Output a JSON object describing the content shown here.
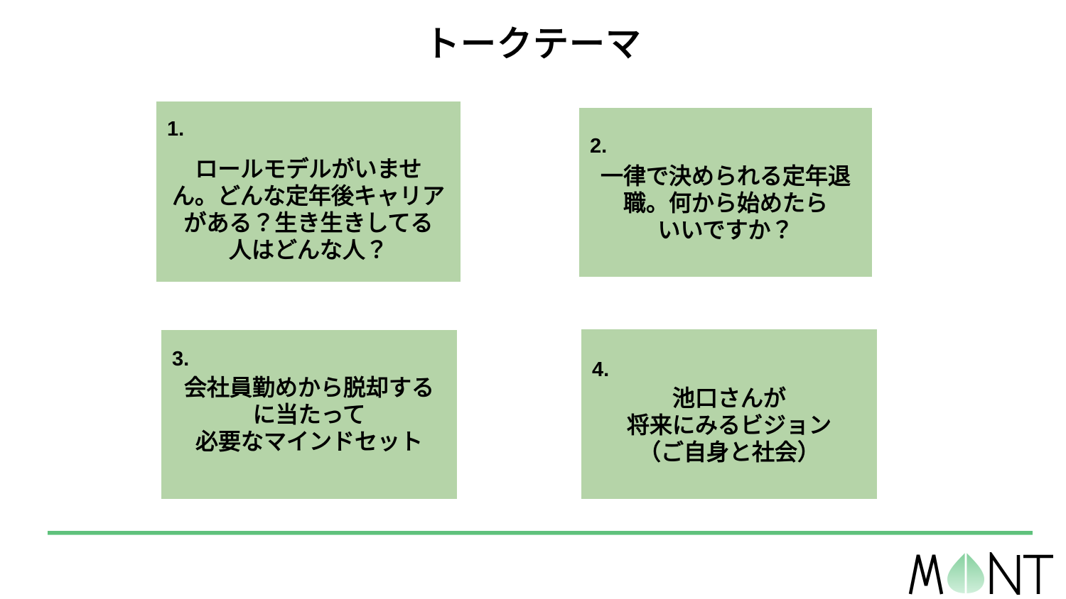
{
  "slide": {
    "title": "トークテーマ"
  },
  "boxes": [
    {
      "number": "1.",
      "lines": [
        "ロールモデルがいませ",
        "ん。どんな定年後キャリア",
        "がある？生き生きしてる",
        "人はどんな人？"
      ]
    },
    {
      "number": "2.",
      "lines": [
        "一律で決められる定年退",
        "職。何から始めたら",
        "いいですか？"
      ]
    },
    {
      "number": "3.",
      "lines": [
        "会社員勤めから脱却する",
        "に当たって",
        "必要なマインドセット"
      ]
    },
    {
      "number": "4.",
      "lines": [
        "池口さんが",
        "将来にみるビジョン",
        "（ご自身と社会）"
      ]
    }
  ],
  "logo": {
    "label": "MONT",
    "leaf_icon": "leaf-icon"
  },
  "colors": {
    "box_background": "#b5d4a8",
    "divider_green": "#5fc17c",
    "text": "#000000",
    "leaf_gradient_top": "#83cf9c",
    "leaf_gradient_bottom": "#d0efdb"
  }
}
